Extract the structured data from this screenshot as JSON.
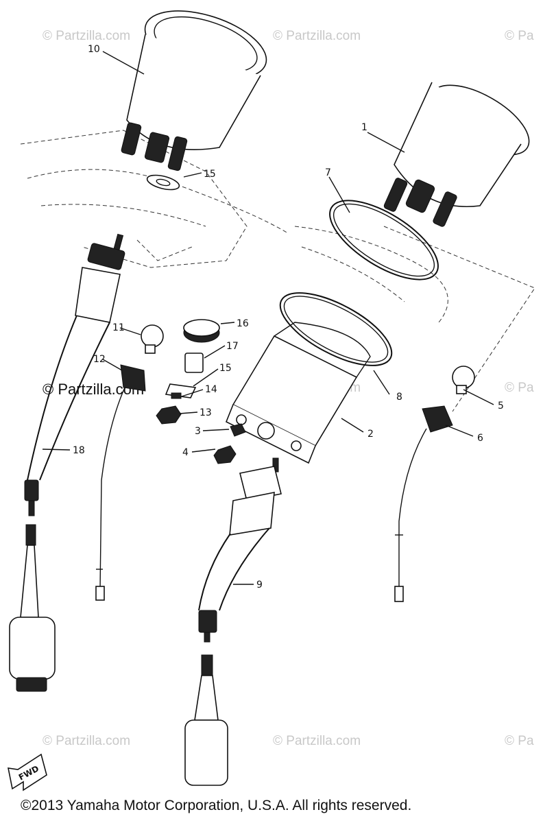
{
  "watermarks": {
    "text": "© Partzilla.com",
    "partial": "© Pa"
  },
  "center_watermark": "© Partzilla.com",
  "callouts": [
    "1",
    "2",
    "3",
    "4",
    "5",
    "6",
    "7",
    "8",
    "9",
    "10",
    "11",
    "12",
    "13",
    "14",
    "15",
    "15",
    "16",
    "17",
    "18"
  ],
  "fwd_label": "FWD",
  "copyright": "©2013 Yamaha Motor Corporation, U.S.A. All rights reserved."
}
